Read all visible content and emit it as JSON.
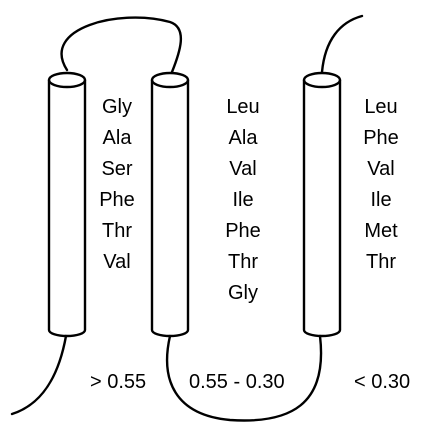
{
  "colors": {
    "ink": "#000000",
    "background": "#ffffff"
  },
  "columns": [
    {
      "residues": [
        "Gly",
        "Ala",
        "Ser",
        "Phe",
        "Thr",
        "Val"
      ]
    },
    {
      "residues": [
        "Leu",
        "Ala",
        "Val",
        "Ile",
        "Phe",
        "Thr",
        "Gly"
      ]
    },
    {
      "residues": [
        "Leu",
        "Phe",
        "Val",
        "Ile",
        "Met",
        "Thr"
      ]
    }
  ],
  "ranges": [
    {
      "label": "> 0.55"
    },
    {
      "label": "0.55 - 0.30"
    },
    {
      "label": "< 0.30"
    }
  ]
}
